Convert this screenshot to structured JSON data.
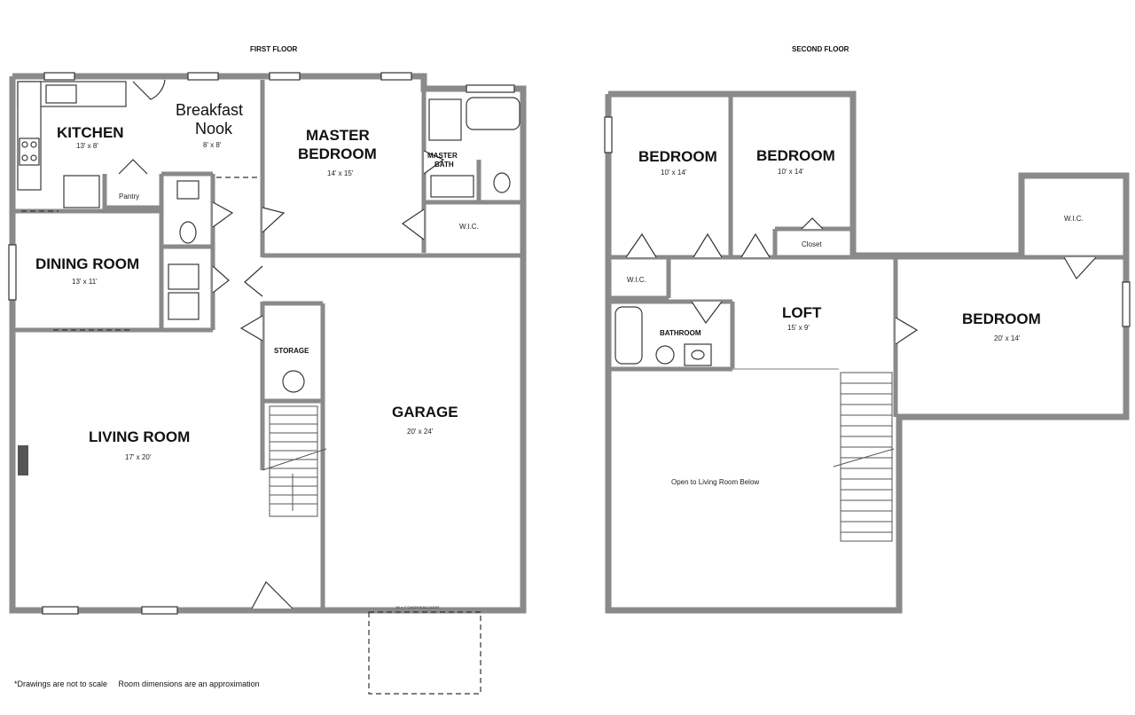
{
  "headers": {
    "first": "FIRST FLOOR",
    "second": "SECOND FLOOR"
  },
  "first_floor": {
    "kitchen": {
      "name": "KITCHEN",
      "dim": "13' x 8'"
    },
    "nook": {
      "name1": "Breakfast",
      "name2": "Nook",
      "dim": "8' x 8'"
    },
    "pantry": "Pantry",
    "master_bedroom": {
      "name1": "MASTER",
      "name2": "BEDROOM",
      "dim": "14' x 15'"
    },
    "master_bath": {
      "name1": "MASTER",
      "name2": "BATH"
    },
    "wic": "W.I.C.",
    "dining_room": {
      "name": "DINING ROOM",
      "dim": "13' x 11'"
    },
    "living_room": {
      "name": "LIVING ROOM",
      "dim": "17' x 20'"
    },
    "storage": "STORAGE",
    "garage": {
      "name": "GARAGE",
      "dim": "20' x 24'",
      "door": "16' x 7' OVERHEAD DOOR"
    }
  },
  "second_floor": {
    "bedroom1": {
      "name": "BEDROOM",
      "dim": "10' x 14'"
    },
    "bedroom2": {
      "name": "BEDROOM",
      "dim": "10' x 14'"
    },
    "closet": "Closet",
    "wic_right": "W.I.C.",
    "wic_left": "W.I.C.",
    "loft": {
      "name": "LOFT",
      "dim": "15' x 9'"
    },
    "bathroom": "BATHROOM",
    "bedroom3": {
      "name": "BEDROOM",
      "dim": "20' x 14'"
    },
    "open": "Open to Living Room Below"
  },
  "note": "*Drawings are not to scale     Room dimensions are an approximation"
}
